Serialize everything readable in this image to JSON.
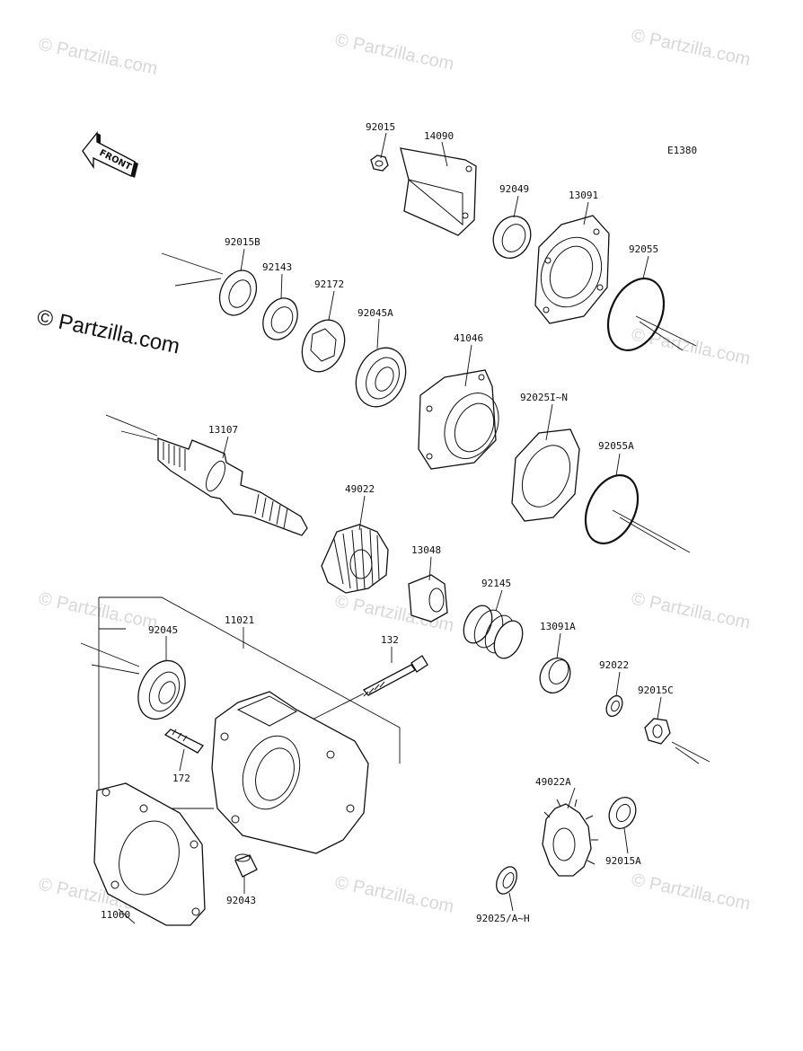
{
  "diagram_code": "E1380",
  "front_label": "FRONT",
  "watermark_main": "© Partzilla.com",
  "watermark_faint": "© Partzilla.com",
  "parts": {
    "p92015": "92015",
    "p14090": "14090",
    "p92049": "92049",
    "p13091": "13091",
    "p92015B": "92015B",
    "p92143": "92143",
    "p92172": "92172",
    "p92045A": "92045A",
    "p92055": "92055",
    "p41046": "41046",
    "p92025IN": "92025I~N",
    "p13107": "13107",
    "p92055A": "92055A",
    "p49022": "49022",
    "p13048": "13048",
    "p92145": "92145",
    "p11021": "11021",
    "p92045": "92045",
    "p132": "132",
    "p13091A": "13091A",
    "p92022": "92022",
    "p92015C": "92015C",
    "p172": "172",
    "p49022A": "49022A",
    "p92015A": "92015A",
    "p11060": "11060",
    "p92043": "92043",
    "p92025AH": "92025/A~H"
  }
}
